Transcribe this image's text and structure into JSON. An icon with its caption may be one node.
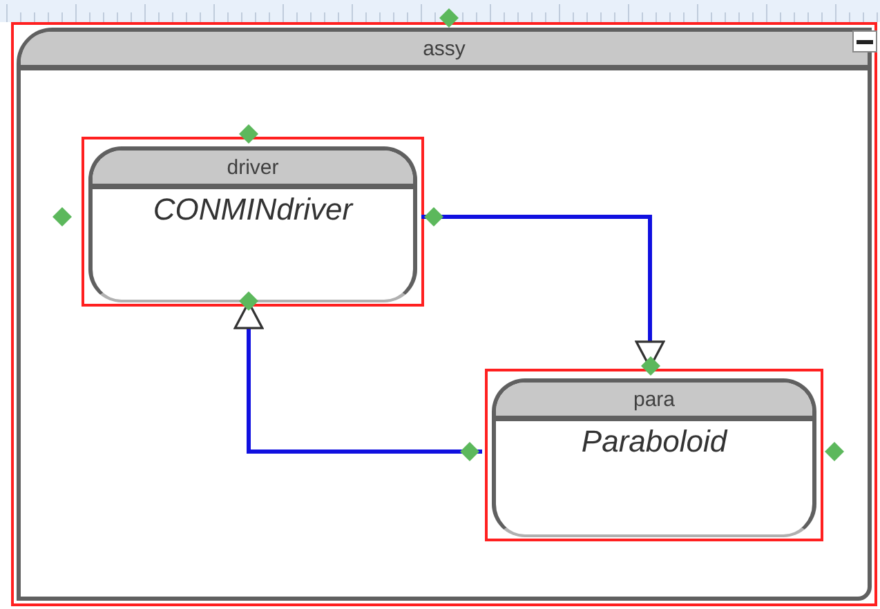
{
  "diagram": {
    "nodes": [
      {
        "text": [
          "assy"
        ]
      },
      {
        "text": [
          "driver",
          "CONMINdriver"
        ],
        "in": 0
      },
      {
        "text": [
          "para",
          "Paraboloid"
        ],
        "in": 0
      }
    ],
    "edges": [
      {
        "from": 1,
        "to": 2,
        "arrow": "to"
      },
      {
        "from": 2,
        "to": 1,
        "arrow": "to"
      }
    ]
  }
}
